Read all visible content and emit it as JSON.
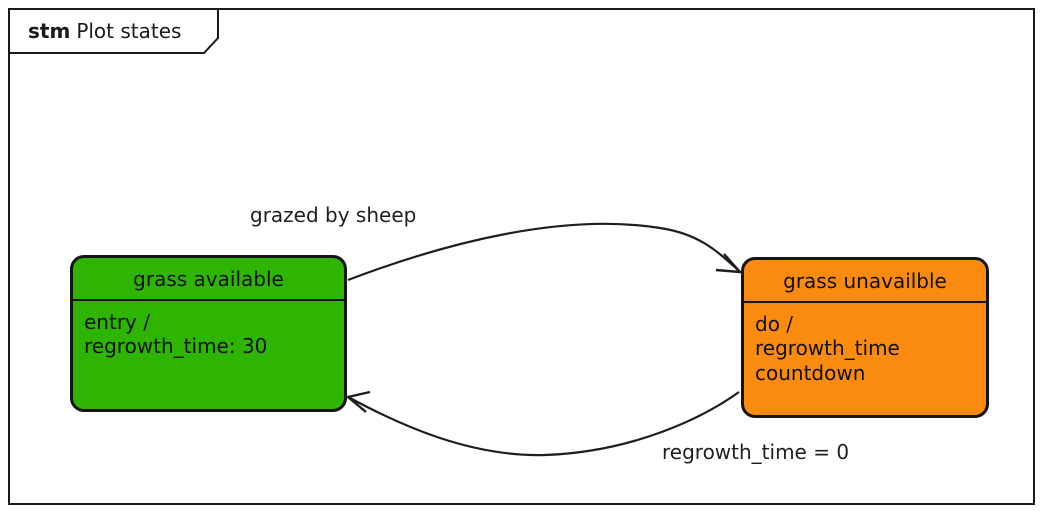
{
  "diagram": {
    "type": "uml-state-machine",
    "frame": {
      "keyword": "stm",
      "name": "Plot states"
    },
    "colors": {
      "available_fill": "#2DB500",
      "unavailable_fill": "#FB8B0E",
      "border": "#141414",
      "text": "#101010",
      "background": "#FFFFFF"
    },
    "states": [
      {
        "id": "grass-available",
        "title": "grass available",
        "fill": "#2DB500",
        "body": [
          "entry /",
          "regrowth_time: 30"
        ]
      },
      {
        "id": "grass-unavailable",
        "title": "grass unavailble",
        "fill": "#FB8B0E",
        "body": [
          "do /",
          "regrowth_time",
          "countdown"
        ]
      }
    ],
    "transitions": [
      {
        "id": "grazed-by-sheep",
        "label": "grazed by sheep",
        "from": "grass-available",
        "to": "grass-unavailable"
      },
      {
        "id": "regrowth-complete",
        "label": "regrowth_time = 0",
        "from": "grass-unavailable",
        "to": "grass-available"
      }
    ]
  }
}
